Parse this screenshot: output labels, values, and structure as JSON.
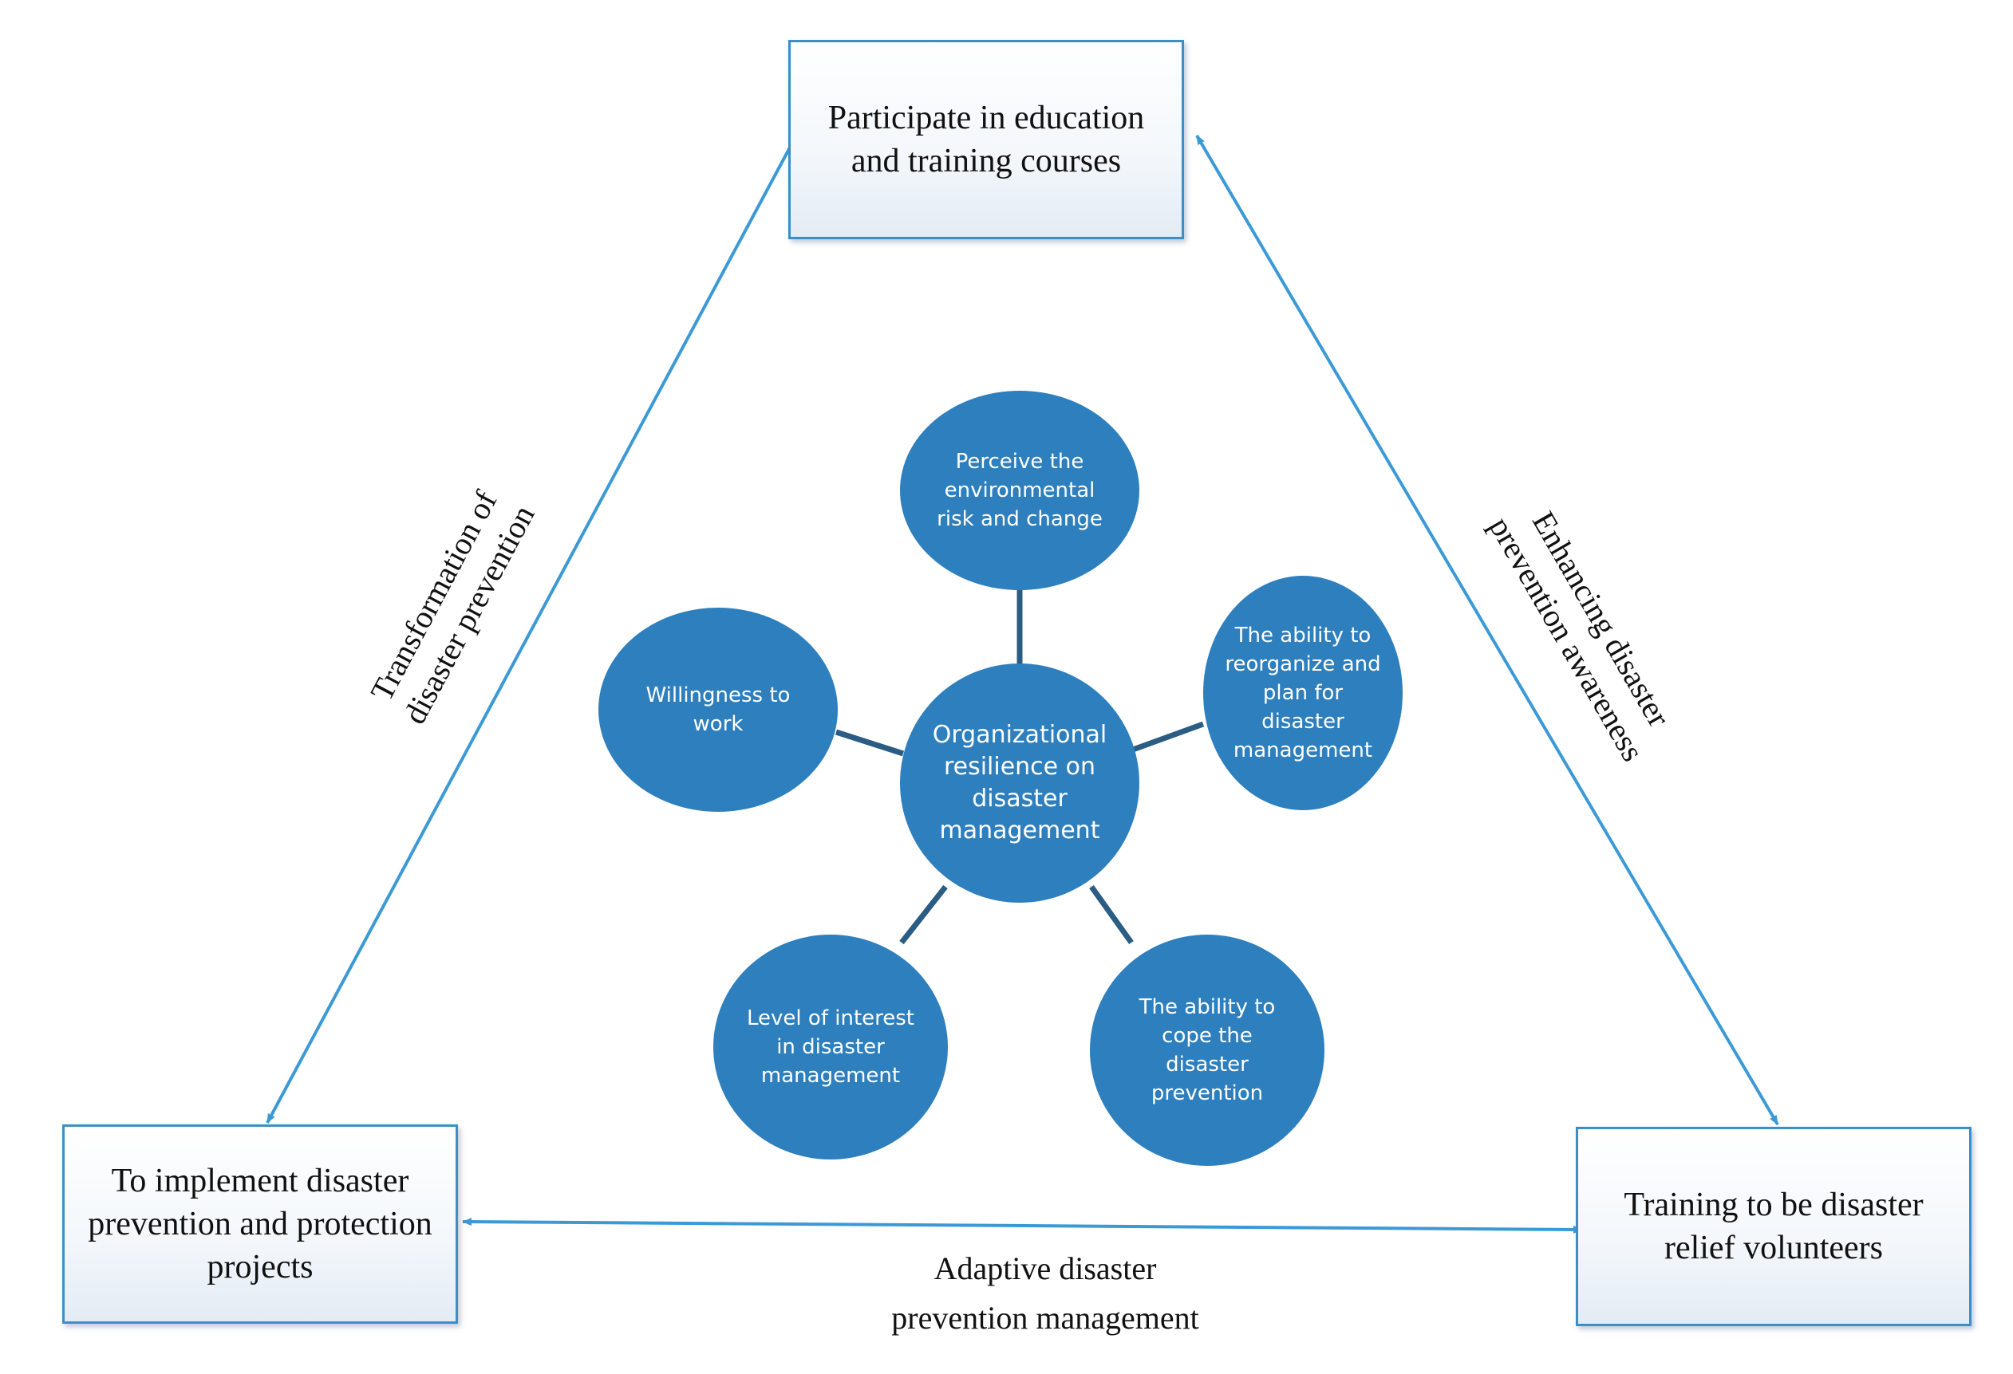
{
  "nodes": {
    "top": [
      "Participate in education",
      "and training courses"
    ],
    "left": [
      "To implement disaster",
      "prevention and protection",
      "projects"
    ],
    "right": [
      "Training to be disaster",
      "relief volunteers"
    ]
  },
  "edges": {
    "left_side": [
      "Transformation of",
      "disaster prevention"
    ],
    "right_side": [
      "Enhancing disaster",
      "prevention awareness"
    ],
    "bottom_side": [
      "Adaptive disaster",
      "prevention management"
    ]
  },
  "hub": {
    "center": [
      "Organizational",
      "resilience on",
      "disaster",
      "management"
    ],
    "spokes": {
      "top": [
        "Perceive the",
        "environmental",
        "risk and change"
      ],
      "right": [
        "The ability to",
        "reorganize and",
        "plan for",
        "disaster",
        "management"
      ],
      "bottom_right": [
        "The ability to",
        "cope the",
        "disaster",
        "prevention"
      ],
      "bottom_left": [
        "Level of interest",
        "in disaster",
        "management"
      ],
      "left": [
        "Willingness to",
        "work"
      ]
    }
  },
  "colors": {
    "circle_fill": "#2e7fbd",
    "arrow": "#3b9ad6",
    "connector": "#2b5d84",
    "box_border": "#3b8fc6"
  }
}
